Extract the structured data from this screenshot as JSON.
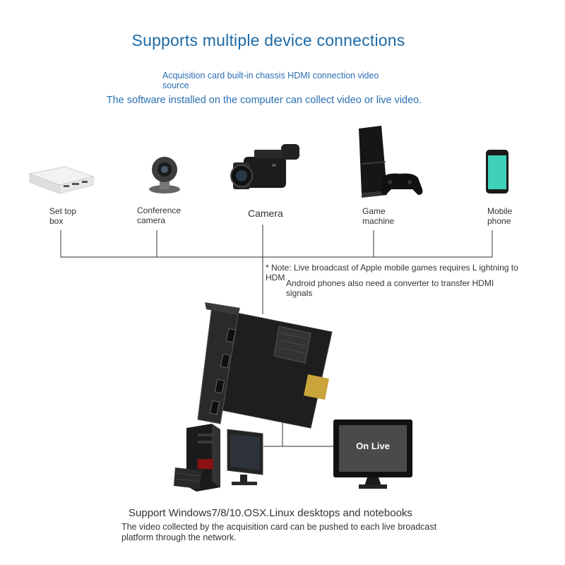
{
  "header": {
    "title": "Supports multiple device connections",
    "subtitle_line1": "Acquisition card built-in chassis HDMI connection video source",
    "subtitle_line2": "The software installed on the computer can collect video or live video."
  },
  "devices": [
    {
      "name": "set-top-box",
      "label_l1": "Set top",
      "label_l2": "box"
    },
    {
      "name": "conference-camera",
      "label_l1": "Conference",
      "label_l2": "camera"
    },
    {
      "name": "camera",
      "label_l1": "Camera",
      "label_l2": ""
    },
    {
      "name": "game-machine",
      "label_l1": "Game",
      "label_l2": "machine"
    },
    {
      "name": "mobile-phone",
      "label_l1": "Mobile",
      "label_l2": "phone"
    }
  ],
  "note": {
    "line1": "* Note: Live broadcast of Apple mobile games requires L ightning to HDM",
    "line2": "Android phones also need a converter to transfer HDMI signals"
  },
  "monitor": {
    "screen_text": "On Live"
  },
  "footer": {
    "line1": "Support Windows7/8/10.OSX.Linux desktops and notebooks",
    "line2": "The video collected by the acquisition card can be pushed to each live broadcast platform through the network."
  },
  "colors": {
    "title_blue": "#1d6aa6",
    "subtitle_blue": "#2a6fb0",
    "line_gray": "#555555"
  }
}
